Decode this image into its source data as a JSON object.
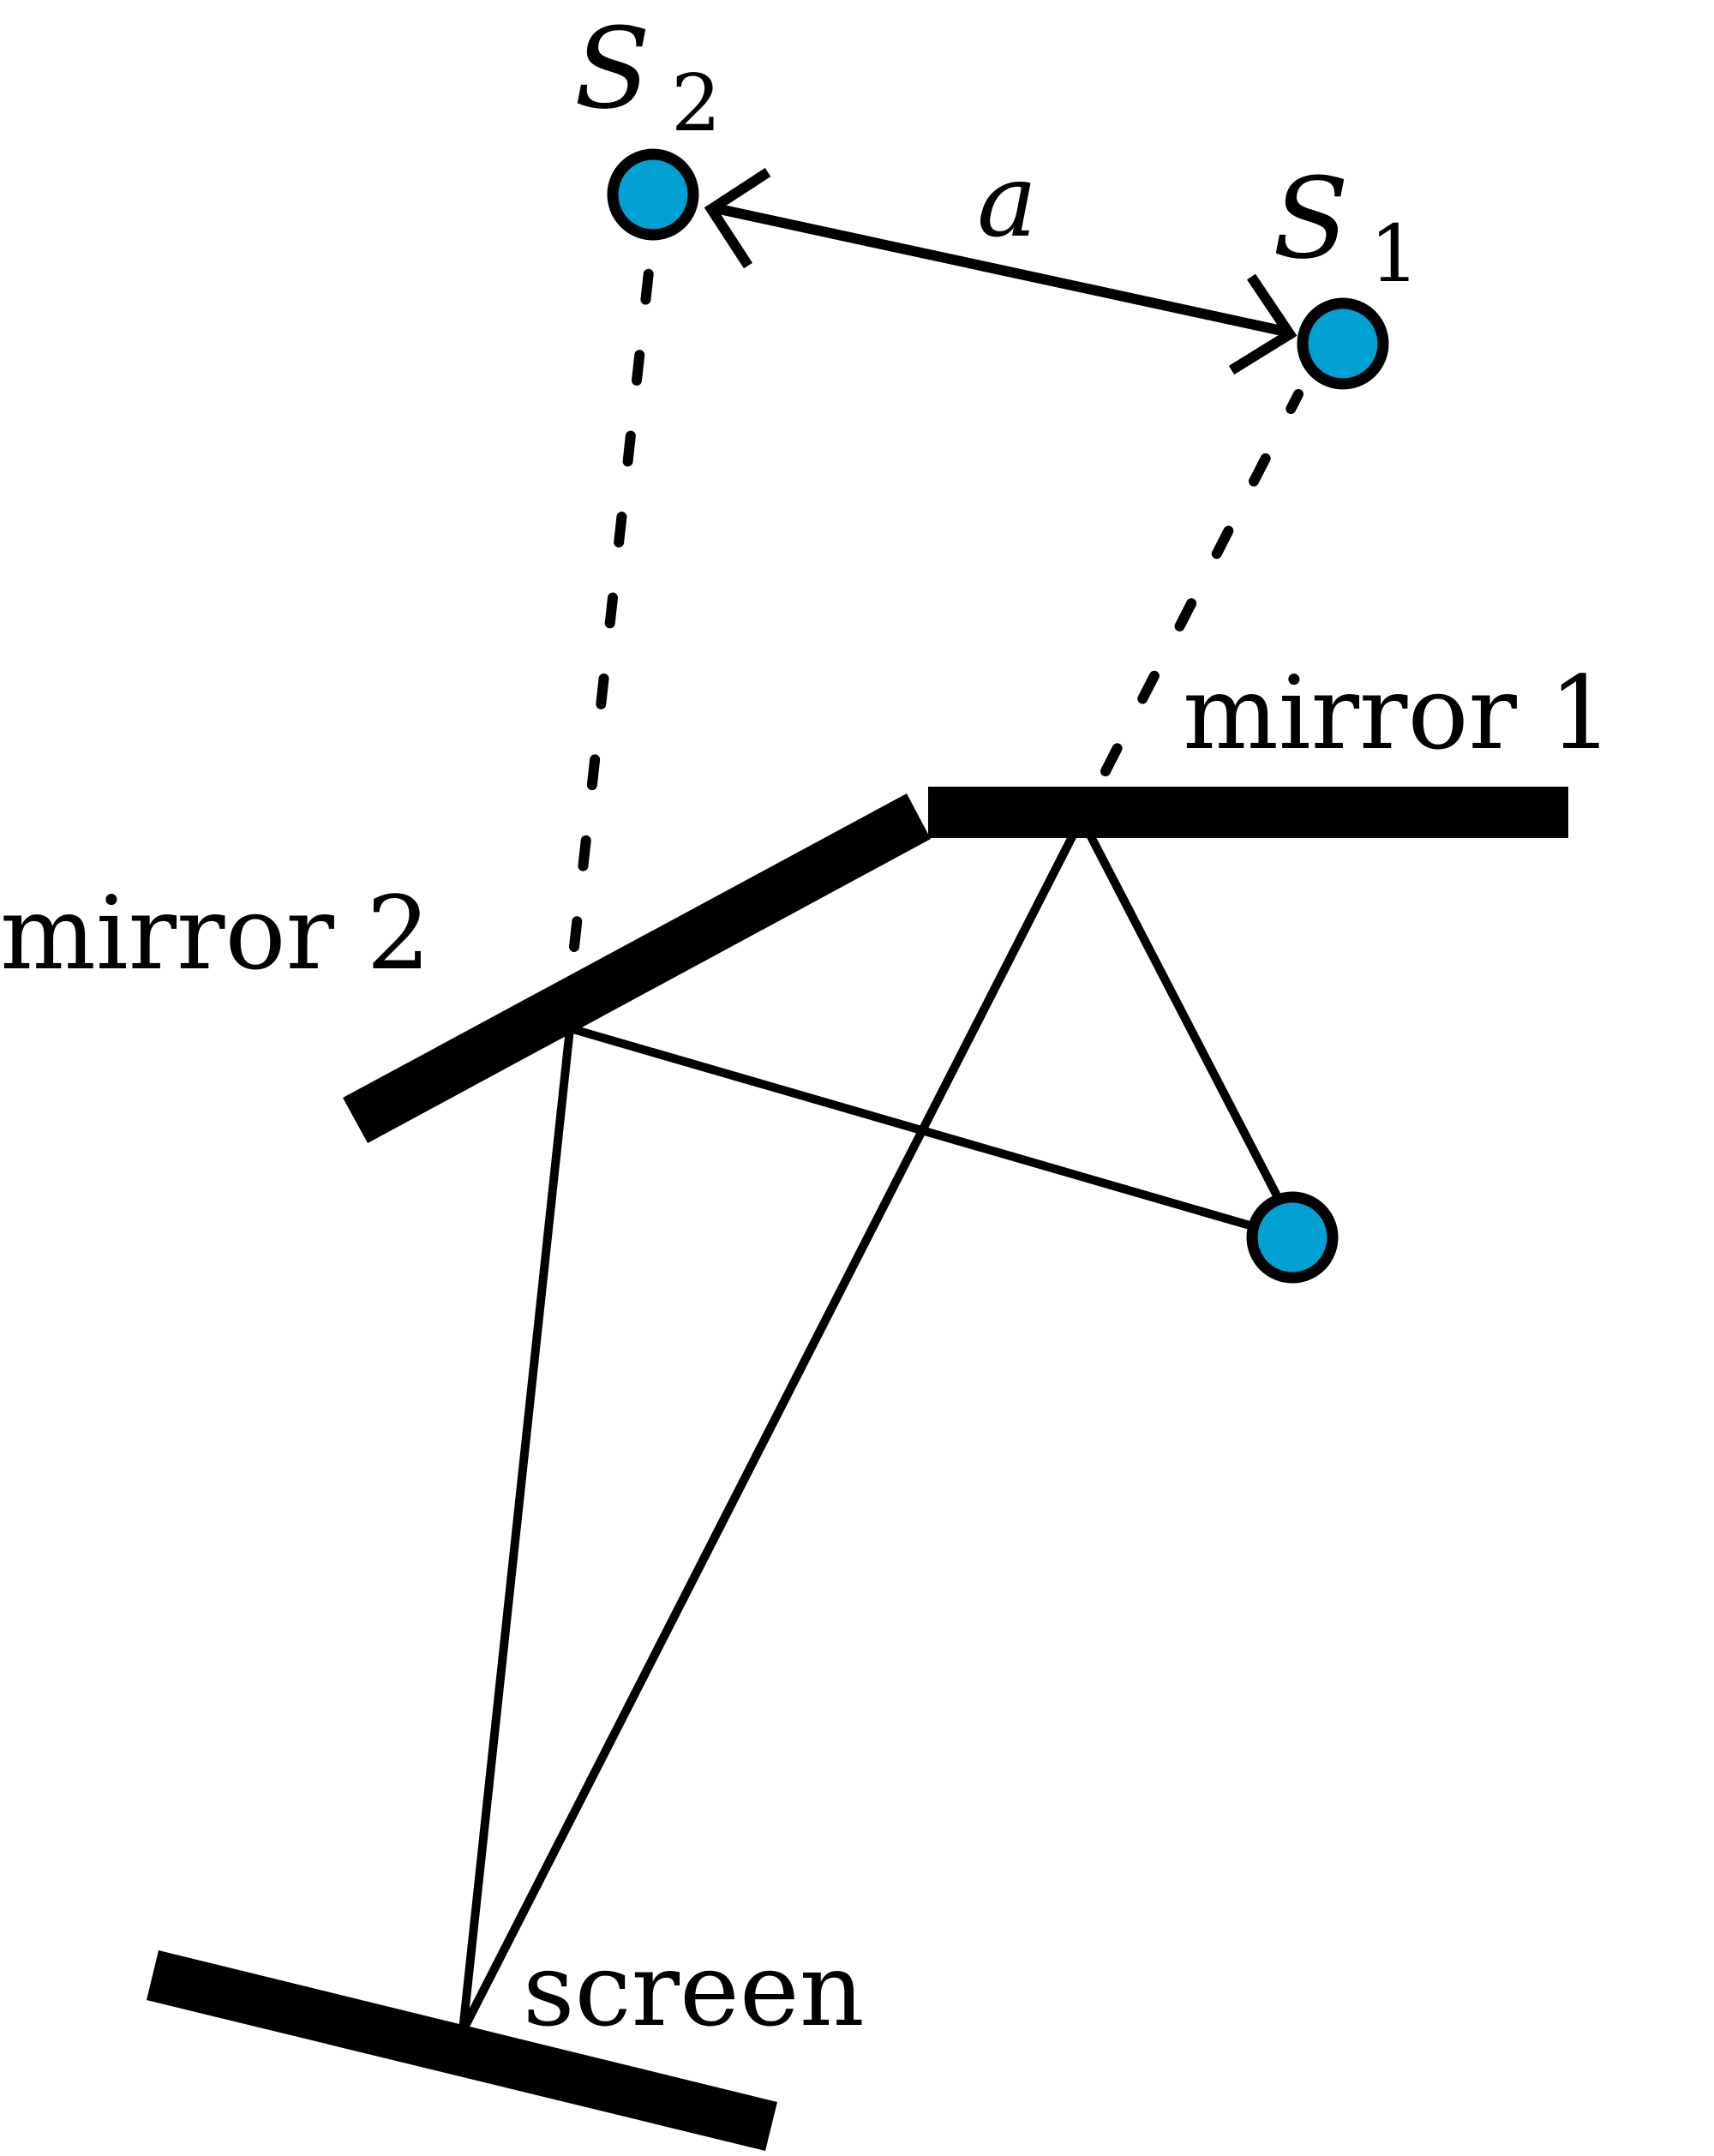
{
  "labels": {
    "mirror1": "mirror 1",
    "mirror2": "mirror 2",
    "screen": "screen",
    "separation": "a",
    "source1_main": "S",
    "source1_sub": "1",
    "source2_main": "S",
    "source2_sub": "2"
  },
  "colors": {
    "source_fill": "#00A0D2",
    "stroke": "#000000",
    "background": "#ffffff"
  }
}
